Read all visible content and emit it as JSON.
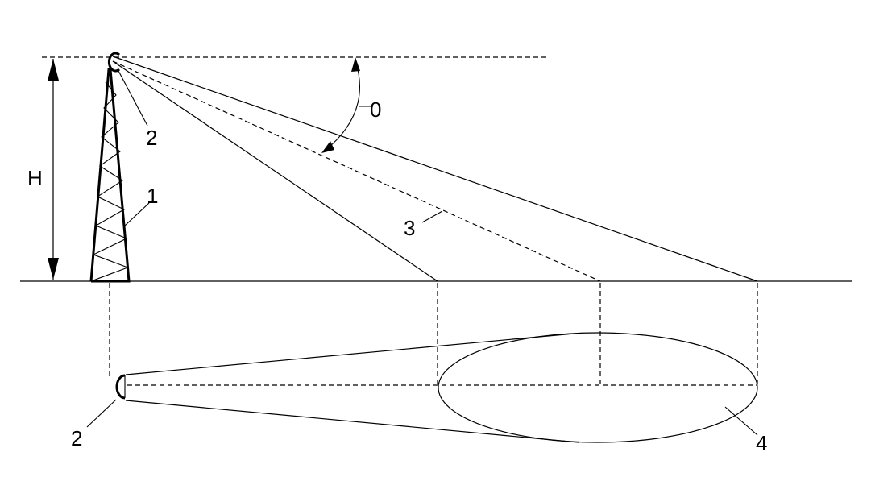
{
  "labels": {
    "height": "H",
    "angle": "0",
    "antenna_side": "2",
    "tower": "1",
    "beam_axis": "3",
    "antenna_top": "2",
    "footprint": "4"
  },
  "colors": {
    "ink": "#000000",
    "background": "#ffffff"
  }
}
